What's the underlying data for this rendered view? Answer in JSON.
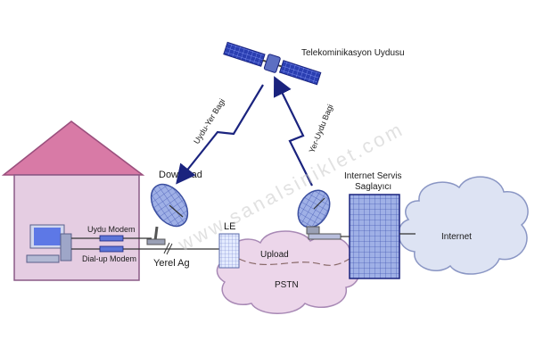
{
  "labels": {
    "satellite": "Telekominikasyon Uydusu",
    "downlink": "Uydu-Yer Bagi",
    "uplink": "Yer-Uydu Bagi",
    "download": "Download",
    "upload": "Upload",
    "isp_line1": "Internet Servis",
    "isp_line2": "Saglayıcı",
    "internet": "Internet",
    "pstn": "PSTN",
    "le": "LE",
    "lan": "Yerel Ag",
    "sat_modem": "Uydu Modem",
    "dialup_modem": "Dial-up Modem"
  },
  "watermark": "www.sanalsiniklet.com",
  "colors": {
    "roof": "#d87aa6",
    "house_wall": "#e5cde2",
    "house_border": "#8a5a86",
    "cloud_fill": "#dde3f3",
    "pstn_fill": "#ecd6ea",
    "isp_fill": "#aab6e0",
    "arrow": "#1a237e",
    "satellite_panel": "#2a3eb1"
  }
}
